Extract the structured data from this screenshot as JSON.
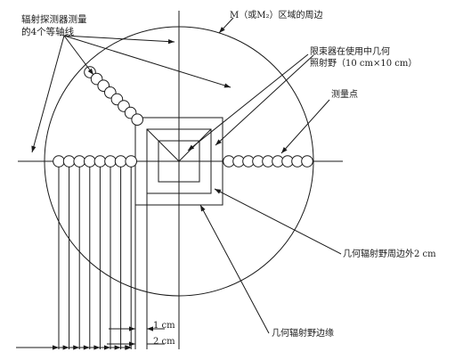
{
  "labels": {
    "detector_axes_line1": "辐射探测器测量",
    "detector_axes_line2": "的4个等轴线",
    "region_title": "M（或M₂）区域的周边",
    "collimator_line1": "限束器在使用中几何",
    "collimator_line2": "照射野（10 cm×10 cm）",
    "measure_point": "测量点",
    "outer_field": "几何辐射野周边外2 cm",
    "geom_field": "几何辐射野边缘",
    "dim_1cm": "1 cm",
    "dim_2cm": "2 cm"
  },
  "colors": {
    "line": "#1a1a1a",
    "background": "#ffffff"
  }
}
